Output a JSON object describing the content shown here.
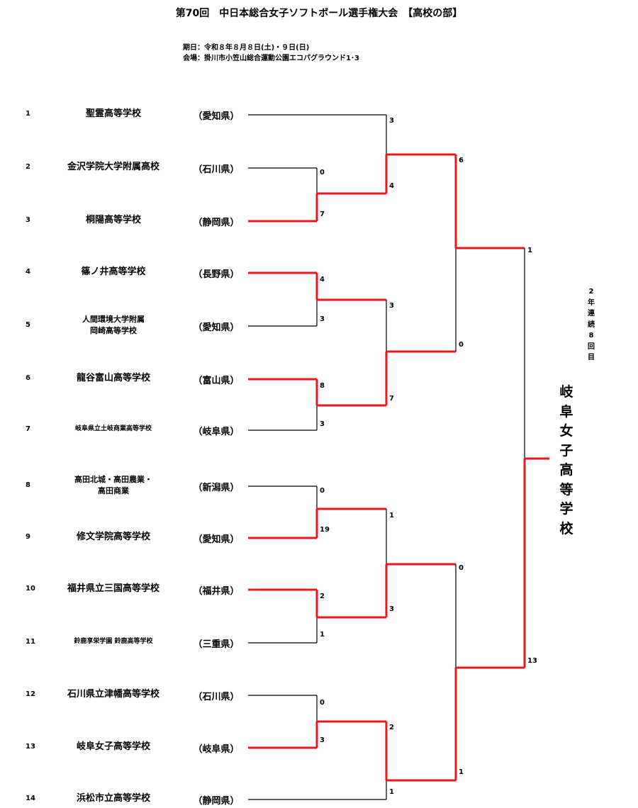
{
  "header": {
    "title": "第70回　中日本総合女子ソフトボール選手権大会　【高校の部】",
    "date": "期日：令和８年８月８日(土)・９日(日)",
    "venue": "会場：掛川市小笠山総合運動公園エコパグラウンド1･3"
  },
  "teams": [
    {
      "no": "1",
      "name": "聖霊高等学校",
      "pref": "（愛知県）"
    },
    {
      "no": "2",
      "name": "金沢学院大学附属高校",
      "pref": "（石川県）"
    },
    {
      "no": "3",
      "name": "桐陽高等学校",
      "pref": "（静岡県）"
    },
    {
      "no": "4",
      "name": "篠ノ井高等学校",
      "pref": "（長野県）"
    },
    {
      "no": "5",
      "name": "人間環境大学附属\n岡崎高等学校",
      "pref": "（愛知県）"
    },
    {
      "no": "6",
      "name": "龍谷富山高等学校",
      "pref": "（富山県）"
    },
    {
      "no": "7",
      "name": "岐阜県立土岐商業高等学校",
      "pref": "（岐阜県）"
    },
    {
      "no": "8",
      "name": "高田北城・高田農業・\n高田商業",
      "pref": "（新潟県）"
    },
    {
      "no": "9",
      "name": "修文学院高等学校",
      "pref": "（愛知県）"
    },
    {
      "no": "10",
      "name": "福井県立三国高等学校",
      "pref": "（福井県）"
    },
    {
      "no": "11",
      "name": "鈴鹿享栄学園 鈴鹿高等学校",
      "pref": "（三重県）"
    },
    {
      "no": "12",
      "name": "石川県立津幡高等学校",
      "pref": "（石川県）"
    },
    {
      "no": "13",
      "name": "岐阜女子高等学校",
      "pref": "（岐阜県）"
    },
    {
      "no": "14",
      "name": "浜松市立高等学校",
      "pref": "（静岡県）"
    }
  ],
  "scores": {
    "r1_2_3": [
      "0",
      "7"
    ],
    "r1_4_5": [
      "4",
      "3"
    ],
    "r1_6_7": [
      "8",
      "3"
    ],
    "r1_8_9": [
      "0",
      "19"
    ],
    "r1_10_11": [
      "2",
      "1"
    ],
    "r1_12_13": [
      "0",
      "3"
    ],
    "r2_1_vs_2_3": [
      "3",
      "4"
    ],
    "r2_4_5_vs_6_7": [
      "3",
      "7"
    ],
    "r2_8_9_vs_10_11": [
      "1",
      "3"
    ],
    "r2_12_13_vs_14": [
      "2",
      "1"
    ],
    "semi_top": [
      "6",
      "0"
    ],
    "semi_bottom": [
      "0",
      "1"
    ],
    "final": [
      "1",
      "13"
    ]
  },
  "champion": {
    "name": "岐阜女子高等学校",
    "streak": "2年連続8回目"
  },
  "colors": {
    "line": "#000000",
    "winner": "#e8191e"
  }
}
